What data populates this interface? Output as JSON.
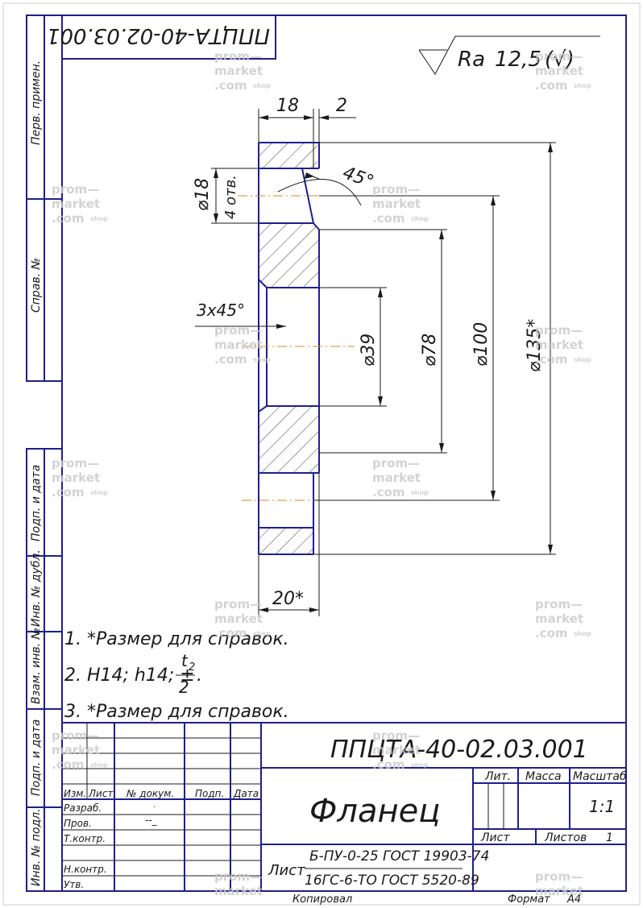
{
  "designation": "ППЦТА-40-02.03.001",
  "designation_mirrored": "ППЦТА-40-02.03.001",
  "roughness": {
    "param": "Ra",
    "value": "12,5",
    "suffix": "(√)"
  },
  "dimensions": {
    "thickness_top": "18",
    "chamfer_top": "2",
    "angle": "45°",
    "hole_dia": "⌀18",
    "hole_count": "4 отв.",
    "chamfer_bore": "3x45°",
    "bore_dia": "⌀39",
    "d78": "⌀78",
    "d100": "⌀100",
    "d135": "⌀135*",
    "thickness_bottom": "20*"
  },
  "notes": {
    "n1": "1.  *Размер для справок.",
    "n2_prefix": "2.  H14; h14; ±",
    "n2_num": "t",
    "n2_sub": "2",
    "n2_den": "2",
    "n2_end": ".",
    "n3": "3.  *Размер для справок."
  },
  "side_labels": {
    "perv_primen": "Перв. примен.",
    "sprav_no": "Справ. №",
    "podp_data_1": "Подп. и дата",
    "inv_dubl": "Инв. № дубл.",
    "vzam_inv": "Взам. инв. №",
    "podp_data_2": "Подп. и дата",
    "inv_podl": "Инв. № подл."
  },
  "title_block": {
    "designation": "ППЦТА-40-02.03.001",
    "name": "Фланец",
    "headers": {
      "izm": "Изм.",
      "list": "Лист",
      "dokum": "№ докум.",
      "podp": "Подп.",
      "data": "Дата"
    },
    "rows": {
      "razrab": "Разраб.",
      "prov": "Пров.",
      "tkontr": "Т.контр.",
      "nkontr": "Н.контр.",
      "utv": "Утв."
    },
    "prov_mark": "--_",
    "razrab_mark": "·",
    "lit": "Лит.",
    "massa": "Масса",
    "masshtab": "Масштаб",
    "scale_value": "1:1",
    "sheet_label": "Лист",
    "sheets_label": "Листов",
    "sheets_value": "1",
    "material_prefix": "Лист",
    "material_line1": "Б-ПУ-0-25 ГОСТ 19903-74",
    "material_line2": "16ГС-6-ТО  ГОСТ 5520-89",
    "copied": "Копировал",
    "format_label": "Формат",
    "format_value": "А4"
  },
  "watermark": {
    "line1": "prom—",
    "line2": "market",
    "line3": ".com",
    "shop": "shop"
  }
}
